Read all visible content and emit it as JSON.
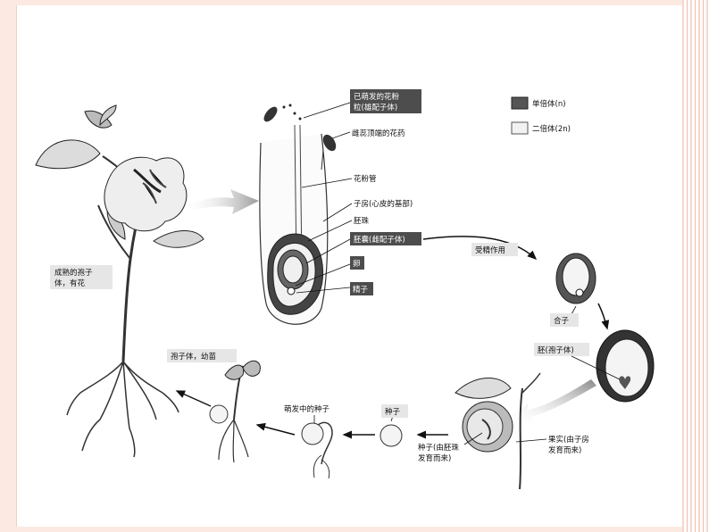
{
  "legend": {
    "haploid": "单倍体(n)",
    "diploid": "二倍体(2n)"
  },
  "labels": {
    "germinated_pollen_line1": "已萌发的花粉",
    "germinated_pollen_line2": "粒(雄配子体)",
    "anther": "雌蕊顶端的花药",
    "pollen_tube": "花粉管",
    "ovary": "子房(心皮的基部)",
    "ovule": "胚珠",
    "embryo_sac": "胚囊(雌配子体)",
    "egg": "卵",
    "sperm": "精子",
    "fertilization": "受精作用",
    "zygote": "合子",
    "embryo": "胚(孢子体)",
    "fruit_line1": "果实(由子房",
    "fruit_line2": "发育而来)",
    "seed_line1": "种子(由胚珠",
    "seed_line2": "发育而来)",
    "seed": "种子",
    "germinating_seed": "萌发中的种子",
    "seedling": "孢子体，幼苗",
    "mature_line1": "成熟的孢子",
    "mature_line2": "体，有花"
  },
  "colors": {
    "haploid_fill": "#555555",
    "diploid_fill": "#f2f2f2",
    "background": "#ffffff",
    "border_accent": "#f0b9a8"
  }
}
